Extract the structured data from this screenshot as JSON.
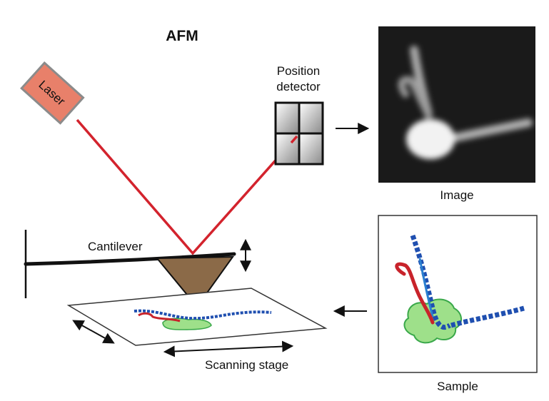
{
  "title": "AFM",
  "labels": {
    "laser": "Laser",
    "position_detector_line1": "Position",
    "position_detector_line2": "detector",
    "image": "Image",
    "cantilever": "Cantilever",
    "scanning_stage": "Scanning stage",
    "sample": "Sample"
  },
  "colors": {
    "laser_box": "#e8806a",
    "laser_beam": "#d3232d",
    "tip": "#8b6a48",
    "dna_blue": "#1f4fb0",
    "protein_green": "#9ee08a",
    "protein_outline": "#3aa84a",
    "red_strand": "#c8232b",
    "image_background": "#1a1a1a"
  },
  "icons": {
    "arrow_right": "arrow-right-icon",
    "arrow_left": "arrow-left-icon",
    "double_arrow_vertical": "double-arrow-vertical-icon",
    "double_arrow_horizontal": "double-arrow-horizontal-icon",
    "double_arrow_diagonal": "double-arrow-diagonal-icon"
  }
}
